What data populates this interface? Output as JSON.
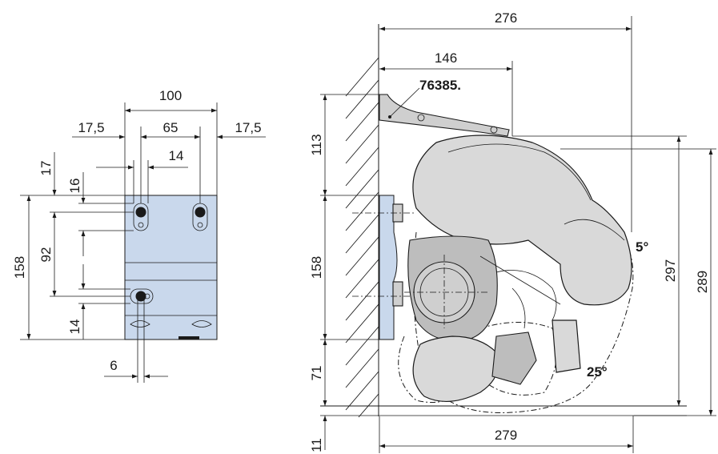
{
  "left_view": {
    "width_total": "100",
    "edge_left": "17,5",
    "hole_spacing": "65",
    "edge_right": "17,5",
    "slot_length": "14",
    "top_offset": "17",
    "slot_height": "16",
    "height_total": "158",
    "vertical_spacing": "92",
    "bottom_offset": "14",
    "hole_diameter": "6"
  },
  "right_view": {
    "overall_width_top": "276",
    "bracket_reach": "146",
    "part_number": "76385.",
    "bracket_height": "113",
    "plate_height": "158",
    "lower_gap": "71",
    "floor_clearance": "11",
    "overall_width_bottom": "279",
    "seat_height_inner": "297",
    "seat_height_outer": "289",
    "tilt_angle_upright": "5°",
    "tilt_angle_folded": "25°"
  },
  "colors": {
    "plate": "#c9d8ec",
    "seat": "#d9d9d9",
    "line": "#1a1a1a"
  }
}
